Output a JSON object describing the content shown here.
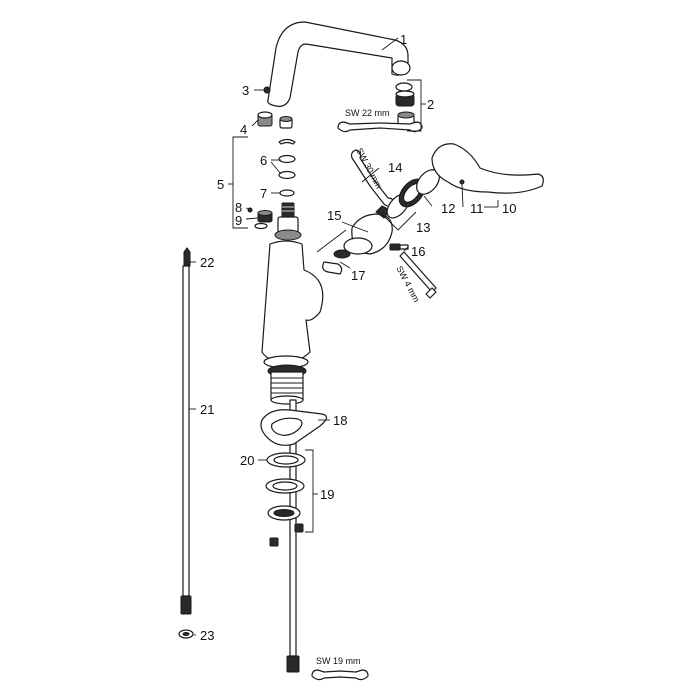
{
  "callouts": {
    "c1": "1",
    "c2": "2",
    "c3": "3",
    "c4": "4",
    "c5": "5",
    "c6": "6",
    "c7": "7",
    "c8": "8",
    "c9": "9",
    "c10": "10",
    "c11": "11",
    "c12": "12",
    "c13": "13",
    "c14": "14",
    "c15": "15",
    "c16": "16",
    "c17": "17",
    "c18": "18",
    "c19": "19",
    "c20": "20",
    "c21": "21",
    "c22": "22",
    "c23": "23"
  },
  "tools": {
    "wrench_22": "SW 22 mm",
    "wrench_30": "SW 30 mm",
    "hex_key_4": "SW 4 mm",
    "wrench_19": "SW 19 mm"
  }
}
